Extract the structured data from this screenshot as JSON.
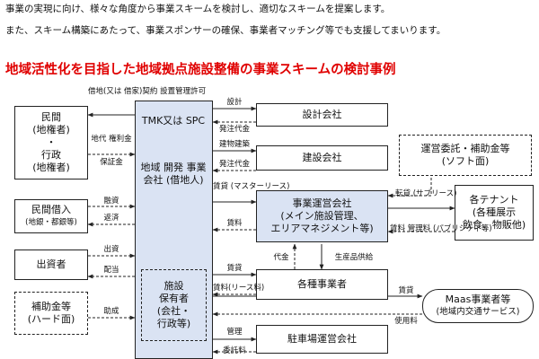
{
  "intro": {
    "line1": "事業の実現に向け、様々な角度から事業スキームを検討し、適切なスキームを提案します。",
    "line2": "また、スキーム構築にあたって、事業スポンサーの確保、事業者マッチング等でも支援してまいります。"
  },
  "heading": "地域活性化を目指した地域拠点施設整備の事業スキームの検討事例",
  "colors": {
    "heading": "#e00000",
    "central_fill": "#dae3f3",
    "line": "#222222"
  },
  "left": {
    "minkan_l1": "民間",
    "minkan_l2": "(地権者)",
    "minkan_l3": "・",
    "minkan_l4": "行政",
    "minkan_l5": "(地権者)",
    "borrow_l1": "民間借入",
    "borrow_l2": "(地銀・都銀等)",
    "investor": "出資者",
    "subsidy_l1": "補助金等",
    "subsidy_l2": "(ハード面)"
  },
  "spc": {
    "title_l1": "TMK又は",
    "title_l2": "SPC",
    "body_l1": "地域",
    "body_l2": "開発",
    "body_l3": "事業",
    "body_l4": "会社",
    "body_l5": "(借地人)"
  },
  "holder": {
    "l1": "施設",
    "l2": "保有者",
    "l3": "(会社・",
    "l4": "行政等)"
  },
  "center": {
    "design": "設計会社",
    "construction": "建設会社",
    "operator_l1": "事業運営会社",
    "operator_l2": "(メイン施設管理、",
    "operator_l3": "エリアマネジメント等)",
    "vendors": "各種事業者",
    "parking": "駐車場運営会社"
  },
  "right": {
    "trust_l1": "運営委託・補助金等",
    "trust_l2": "(ソフト面)",
    "tenants_l1": "各テナント",
    "tenants_l2": "(各種展示",
    "tenants_l3": "飲食、物販他)",
    "maas_l1": "Maas事業者等",
    "maas_l2": "(地域内交通サービス)"
  },
  "labels": {
    "lease_l1": "借地(又は",
    "lease_l2": "借家)契約",
    "lease_l3": "設置管理許可",
    "land_rent_l1": "地代",
    "land_rent_l2": "権利金",
    "deposit": "保証金",
    "financing": "融資",
    "repayment": "返済",
    "investment": "出資",
    "dividend": "配当",
    "grant": "助成",
    "design": "設計",
    "order_fee_1": "発注代金",
    "build": "建物建築",
    "order_fee_2": "発注代金",
    "lease_master_l1": "賃貸",
    "lease_master_l2": "(マスターリース)",
    "rent_1": "賃料",
    "sublease_l1": "転貸",
    "sublease_l2": "(サブリース)",
    "rent_mgmt_l1": "賃料",
    "rent_mgmt_l2": "管理料",
    "rent_mgmt_l3": "(パブリシティ等)",
    "payment": "代金",
    "goods": "生産品供給",
    "lease_2": "賃貸",
    "rent_lease": "賃料(リース料)",
    "lease_3": "賃貸",
    "usage_fee": "使用料",
    "management": "管理",
    "consign_fee": "委託料"
  }
}
